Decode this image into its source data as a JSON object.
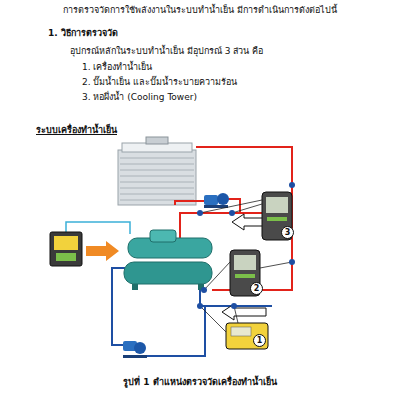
{
  "diagram": {
    "title": "การตรวจวัดการใช้พลังงานในระบบทำน้ำเย็น มีการดำเนินการดังต่อไปนี้",
    "caption": "รูปที่ 1 ตำแหน่งตรวจวัดเครื่องทำน้ำเย็น",
    "nodes": [
      {
        "text": [
          "3"
        ]
      },
      {
        "text": [
          "2"
        ]
      },
      {
        "text": [
          "1"
        ]
      }
    ],
    "labels": [
      "1. วิธีการตรวจวัด",
      "อุปกรณ์หลักในระบบทำน้ำเย็น มีอุปกรณ์ 3 ส่วน คือ",
      "1. เครื่องทำน้ำเย็น",
      "2. ปั๊มน้ำเย็น และปั๊มน้ำระบายความร้อน",
      "3. หอผึ่งน้ำ (Cooling Tower)",
      "ระบบเครื่องทำน้ำเย็น"
    ]
  }
}
